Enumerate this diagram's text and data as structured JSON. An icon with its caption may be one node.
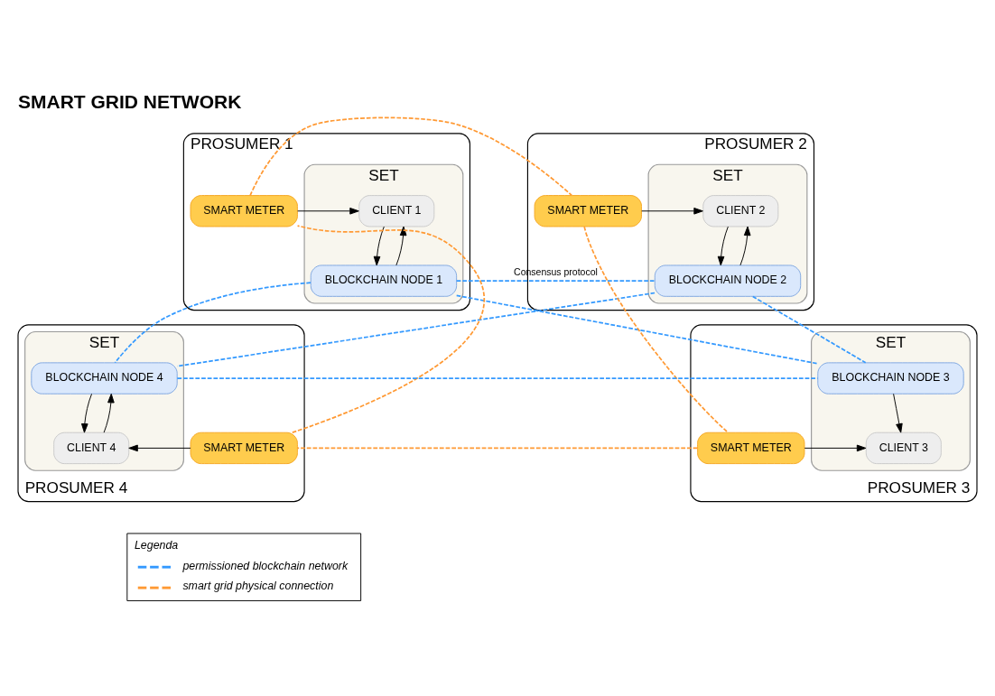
{
  "diagram": {
    "title": "SMART GRID NETWORK",
    "nodes": [
      {
        "text": [
          "PROSUMER 1"
        ]
      },
      {
        "text": [
          "SMART METER"
        ],
        "in": 0
      },
      {
        "text": [
          "SET"
        ],
        "in": 0
      },
      {
        "text": [
          "CLIENT 1"
        ],
        "in": 2
      },
      {
        "text": [
          "BLOCKCHAIN NODE 1"
        ],
        "in": 2
      },
      {
        "text": [
          "PROSUMER 2"
        ]
      },
      {
        "text": [
          "SET"
        ],
        "in": 5
      },
      {
        "text": [
          "CLIENT 2"
        ],
        "in": 6
      },
      {
        "text": [
          "BLOCKCHAIN NODE 2"
        ],
        "in": 6
      },
      {
        "text": [
          "SMART METER"
        ],
        "in": 5
      },
      {
        "text": [
          "PROSUMER 4"
        ]
      },
      {
        "text": [
          "SMART METER"
        ],
        "in": 10
      },
      {
        "text": [
          "SET"
        ],
        "in": 10
      },
      {
        "text": [
          "BLOCKCHAIN NODE 4"
        ],
        "in": 12
      },
      {
        "text": [
          "CLIENT 4"
        ],
        "in": 12
      },
      {
        "text": [
          "PROSUMER 3"
        ]
      },
      {
        "text": [
          "SET"
        ],
        "in": 15
      },
      {
        "text": [
          "BLOCKCHAIN NODE 3"
        ],
        "in": 16
      },
      {
        "text": [
          "CLIENT 3"
        ],
        "in": 16
      },
      {
        "text": [
          "SMART METER"
        ],
        "in": 15
      }
    ],
    "edges": [
      {
        "from": 1,
        "to": 3,
        "arrow": "to"
      },
      {
        "from": 3,
        "to": 4,
        "arrow": "to"
      },
      {
        "from": 4,
        "to": 3,
        "arrow": "to"
      },
      {
        "from": 9,
        "to": 7,
        "arrow": "to"
      },
      {
        "from": 7,
        "to": 8,
        "arrow": "to"
      },
      {
        "from": 8,
        "to": 7,
        "arrow": "to"
      },
      {
        "from": 11,
        "to": 14,
        "arrow": "to"
      },
      {
        "from": 13,
        "to": 14,
        "arrow": "to"
      },
      {
        "from": 14,
        "to": 13,
        "arrow": "to"
      },
      {
        "from": 19,
        "to": 18,
        "arrow": "to"
      },
      {
        "from": 17,
        "to": 18,
        "arrow": "to"
      },
      {
        "from": 4,
        "to": 8,
        "arrow": "none",
        "label": "Consensus protocol",
        "style": "dashed",
        "color": "#3399ff"
      },
      {
        "from": 4,
        "to": 13,
        "arrow": "none",
        "style": "dashed",
        "color": "#3399ff"
      },
      {
        "from": 4,
        "to": 17,
        "arrow": "none",
        "style": "dashed",
        "color": "#3399ff"
      },
      {
        "from": 8,
        "to": 13,
        "arrow": "none",
        "style": "dashed",
        "color": "#3399ff"
      },
      {
        "from": 8,
        "to": 17,
        "arrow": "none",
        "style": "dashed",
        "color": "#3399ff"
      },
      {
        "from": 13,
        "to": 17,
        "arrow": "none",
        "style": "dashed",
        "color": "#3399ff"
      },
      {
        "from": 1,
        "to": 9,
        "arrow": "none",
        "style": "dashed",
        "color": "#ff9933"
      },
      {
        "from": 9,
        "to": 19,
        "arrow": "none",
        "style": "dashed",
        "color": "#ff9933"
      },
      {
        "from": 19,
        "to": 11,
        "arrow": "none",
        "style": "dashed",
        "color": "#ff9933"
      },
      {
        "from": 11,
        "to": 1,
        "arrow": "none",
        "style": "dashed",
        "color": "#ff9933"
      }
    ],
    "labels": [
      "Legenda"
    ],
    "legend": [
      {
        "text": "permissioned blockchain network"
      },
      {
        "text": "smart grid physical connection"
      }
    ]
  }
}
